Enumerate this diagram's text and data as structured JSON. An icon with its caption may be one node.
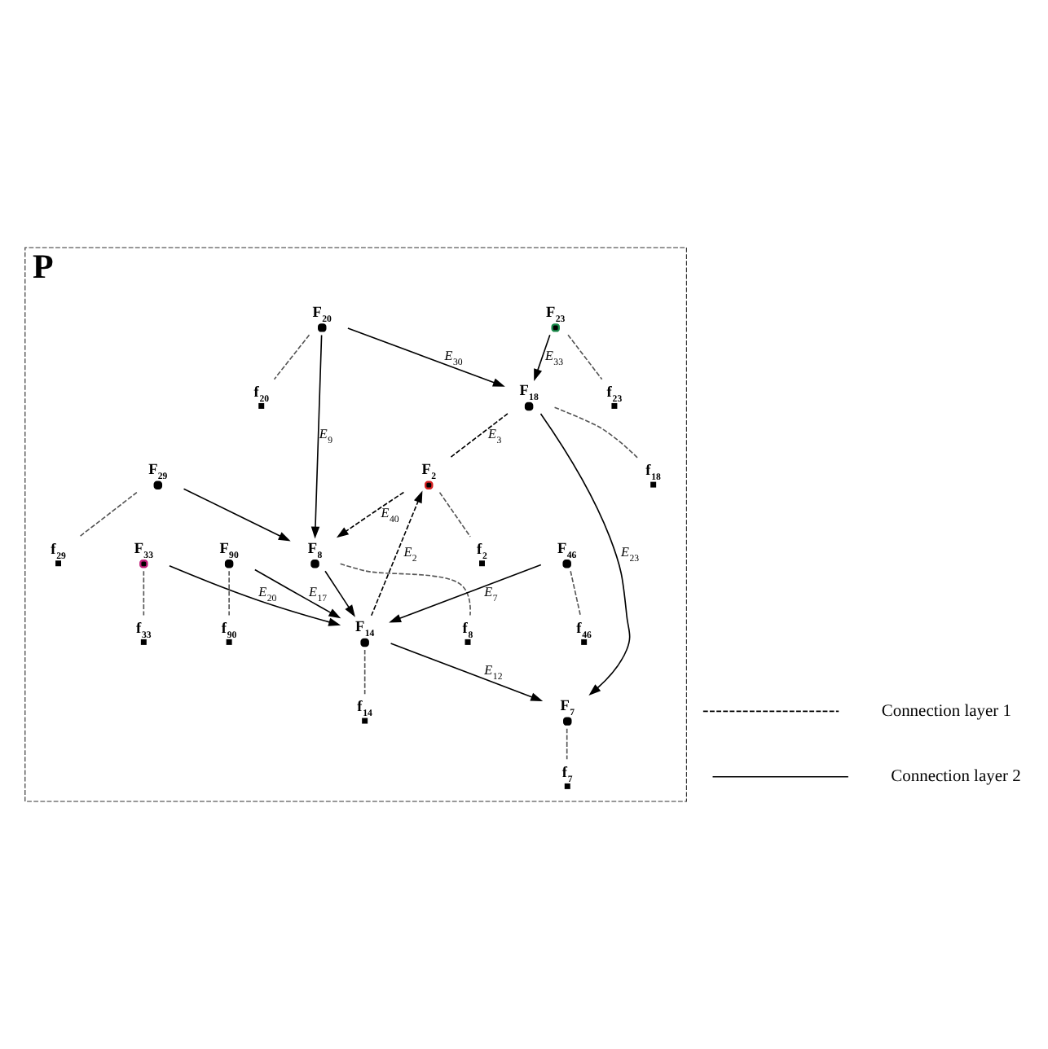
{
  "diagram": {
    "nodes": [
      {
        "text": [
          "P"
        ]
      },
      {
        "text": [
          "F$_{23}$"
        ],
        "in": 0
      },
      {
        "text": [
          "f$_{23}$"
        ],
        "in": 0
      },
      {
        "text": [
          "F$_{20}$"
        ],
        "in": 0
      },
      {
        "text": [
          "f$_{29}$"
        ],
        "in": 0
      },
      {
        "text": [
          "f$_{18}$"
        ],
        "in": 0
      },
      {
        "text": [
          "F$_{7}$"
        ],
        "in": 0
      },
      {
        "text": [
          "F$_{29}$"
        ],
        "in": 0
      },
      {
        "text": [
          "f$_{20}$"
        ],
        "in": 0
      },
      {
        "text": [
          "F$_{18}$"
        ],
        "in": 0
      },
      {
        "text": [
          "f$_{7}$"
        ],
        "in": 0
      },
      {
        "text": [
          "f$_{8}$"
        ],
        "in": 0
      },
      {
        "text": [
          "F$_{2}$"
        ],
        "in": 0
      },
      {
        "text": [
          "F$_{33}$"
        ],
        "in": 0
      },
      {
        "text": [
          "F$_{8}$"
        ],
        "in": 0
      },
      {
        "text": [
          "f$_{2}$"
        ],
        "in": 0
      },
      {
        "text": [
          "f$_{33}$"
        ],
        "in": 0
      },
      {
        "text": [
          "F$_{14}$"
        ],
        "in": 0
      },
      {
        "text": [
          "f$_{90}$"
        ],
        "in": 0
      },
      {
        "text": [
          "F$_{90}$"
        ],
        "in": 0
      },
      {
        "text": [
          "f$_{14}$"
        ],
        "in": 0
      },
      {
        "text": [
          "F$_{46}$"
        ],
        "in": 0
      },
      {
        "text": [
          "f$_{46}$"
        ],
        "in": 0
      }
    ],
    "edges": [
      {
        "from": 1,
        "to": 9,
        "arrow": "to",
        "label": "E$_{33}$"
      },
      {
        "from": 3,
        "to": 9,
        "arrow": "to",
        "label": "E$_{30}$"
      },
      {
        "from": 9,
        "to": 6,
        "arrow": "to",
        "label": "E$_{23}$"
      },
      {
        "from": 17,
        "to": 6,
        "arrow": "to",
        "label": "E$_{12}$"
      },
      {
        "from": 9,
        "to": 12,
        "arrow": "none",
        "label": "E$_{3}$",
        "style": "dashed"
      },
      {
        "from": 17,
        "to": 12,
        "arrow": "to",
        "label": "E$_{2}$",
        "style": "dashed"
      },
      {
        "from": 12,
        "to": 14,
        "arrow": "to",
        "label": "E$_{40}$",
        "style": "dashed"
      },
      {
        "from": 3,
        "to": 14,
        "arrow": "to",
        "label": "E$_{9}$"
      },
      {
        "from": 7,
        "to": 14,
        "arrow": "to"
      },
      {
        "from": 14,
        "to": 17,
        "arrow": "to"
      },
      {
        "from": 13,
        "to": 17,
        "arrow": "to",
        "label": "E$_{20}$"
      },
      {
        "from": 19,
        "to": 17,
        "arrow": "to",
        "label": "E$_{17}$"
      },
      {
        "from": 21,
        "to": 17,
        "arrow": "to",
        "label": "E$_{7}$"
      },
      {
        "from": 1,
        "to": 2,
        "arrow": "none",
        "style": "dashed",
        "color": "#555555"
      },
      {
        "from": 9,
        "to": 5,
        "arrow": "none",
        "style": "dashed",
        "color": "#555555"
      },
      {
        "from": 6,
        "to": 10,
        "arrow": "none",
        "style": "dashed",
        "color": "#555555"
      },
      {
        "from": 3,
        "to": 8,
        "arrow": "none",
        "style": "dashed",
        "color": "#555555"
      },
      {
        "from": 7,
        "to": 4,
        "arrow": "none",
        "style": "dashed",
        "color": "#555555"
      },
      {
        "from": 14,
        "to": 11,
        "arrow": "none",
        "style": "dashed",
        "color": "#555555"
      },
      {
        "from": 12,
        "to": 15,
        "arrow": "none",
        "style": "dashed",
        "color": "#555555"
      },
      {
        "from": 13,
        "to": 16,
        "arrow": "none",
        "style": "dashed",
        "color": "#555555"
      },
      {
        "from": 19,
        "to": 18,
        "arrow": "none",
        "style": "dashed",
        "color": "#555555"
      },
      {
        "from": 17,
        "to": 20,
        "arrow": "none",
        "style": "dashed",
        "color": "#555555"
      },
      {
        "from": 21,
        "to": 22,
        "arrow": "none",
        "style": "dashed",
        "color": "#555555"
      }
    ],
    "legend": [
      {
        "text": "Connection layer 1"
      },
      {
        "text": "Connection layer 2"
      }
    ]
  }
}
